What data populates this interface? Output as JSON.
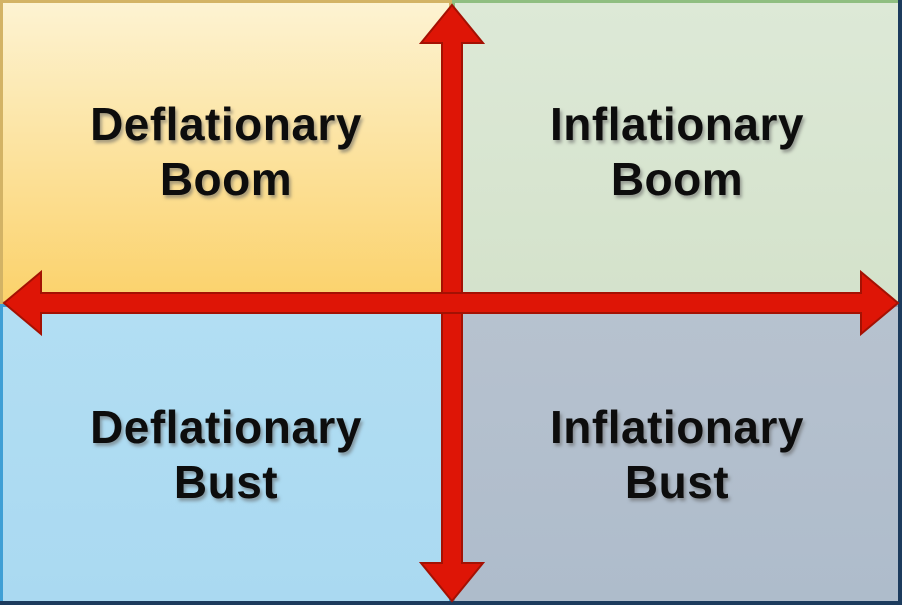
{
  "diagram": {
    "quadrants": [
      {
        "id": "deflationary-boom",
        "line1": "Deflationary",
        "line2": "Boom",
        "fill_top": "#fdf3d2",
        "fill_bottom": "#fbd26b",
        "border": "#d3b365"
      },
      {
        "id": "inflationary-boom",
        "line1": "Inflationary",
        "line2": "Boom",
        "fill_top": "#dde9d7",
        "fill_bottom": "#d4e2cb",
        "border": "#8fbe81"
      },
      {
        "id": "deflationary-bust",
        "line1": "Deflationary",
        "line2": "Bust",
        "fill_top": "#b2def3",
        "fill_bottom": "#aad9f1",
        "border": "#3f9fd5"
      },
      {
        "id": "inflationary-bust",
        "line1": "Inflationary",
        "line2": "Bust",
        "fill_top": "#b7c2cf",
        "fill_bottom": "#aebccb",
        "border": "#8ba0b3"
      }
    ],
    "arrows": {
      "fill": "#de1506",
      "edge": "#a41103"
    },
    "frame_color": "#1c3b5d",
    "text_color": "#0d0d0d"
  }
}
